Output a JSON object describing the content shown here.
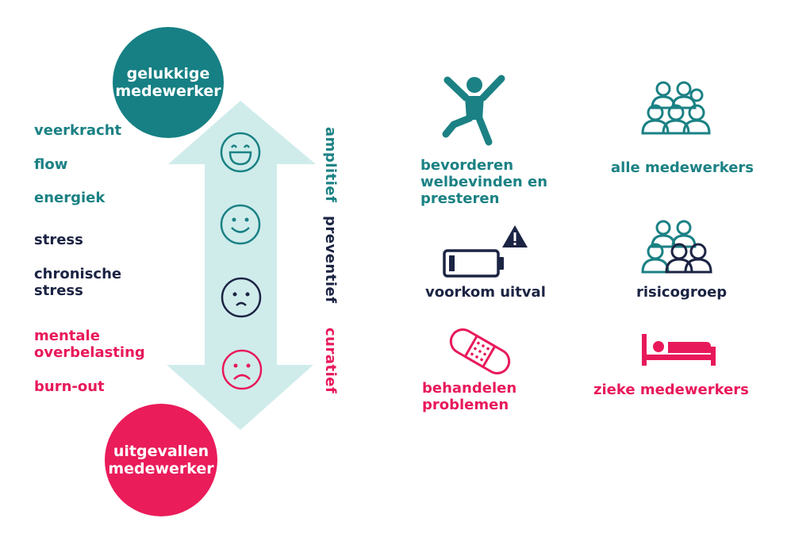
{
  "top_circle": {
    "label": "gelukkige\nmedewerker",
    "color": "#168084"
  },
  "bottom_circle": {
    "label": "uitgevallen\nmedewerker",
    "color": "#ea1c5a"
  },
  "left_labels": {
    "veerkracht": "veerkracht",
    "flow": "flow",
    "energiek": "energiek",
    "stress": "stress",
    "chronische": "chronische\nstress",
    "mentale": "mentale\noverbelasting",
    "burnout": "burn-out"
  },
  "vertical_labels": {
    "amplitief": "amplitief",
    "preventief": "preventief",
    "curatief": "curatief"
  },
  "right_captions": {
    "bevorderen": "bevorderen\nwelbevinden en\npresteren",
    "alle": "alle medewerkers",
    "voorkom": "voorkom uitval",
    "risicogroep": "risicogroep",
    "behandelen": "behandelen\nproblemen",
    "zieke": "zieke medewerkers"
  },
  "colors": {
    "teal": "#1b8184",
    "navy": "#1c2444",
    "pink": "#e8195a",
    "arrow": "#cfeceb"
  }
}
